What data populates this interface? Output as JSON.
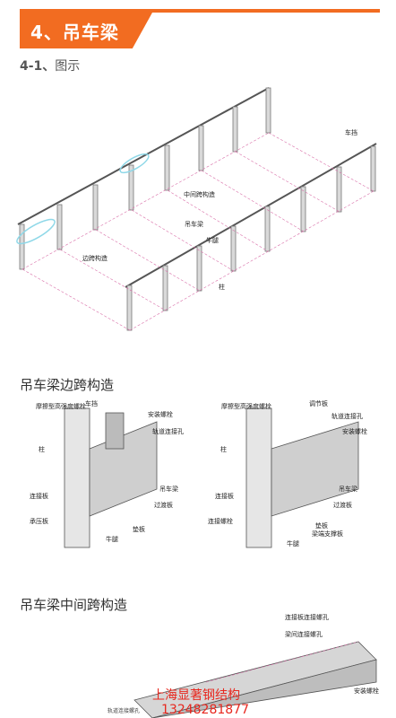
{
  "section": {
    "title": "4、吊车梁"
  },
  "subsection": {
    "number": "4-1、",
    "label": "图示"
  },
  "overview_labels": {
    "rail": "车挡",
    "crane_beam": "吊车梁",
    "middle_span": "中间跨构造",
    "bracket": "牛腿",
    "edge_span": "边跨构造",
    "column": "柱"
  },
  "edge_caption": "吊车梁边跨构造",
  "edge_left_labels": [
    "车挡",
    "摩擦型高强度螺栓",
    "安装螺栓",
    "轨道连接孔",
    "柱",
    "吊车梁",
    "连接板",
    "过渡板",
    "承压板",
    "垫板",
    "牛腿"
  ],
  "edge_right_labels": [
    "调节板",
    "摩擦型高强度螺栓",
    "轨道连接孔",
    "安装螺栓",
    "柱",
    "吊车梁",
    "连接板",
    "过渡板",
    "连接螺栓",
    "垫板",
    "梁端支撑板",
    "牛腿"
  ],
  "middle_caption": "吊车梁中间跨构造",
  "middle_labels": {
    "a": "连接板连接螺孔",
    "b": "梁间连接螺孔",
    "c": "安装螺栓",
    "d": "轨道连接螺孔"
  },
  "watermark": {
    "line1": "上海显著钢结构",
    "line2": "13248281877"
  }
}
